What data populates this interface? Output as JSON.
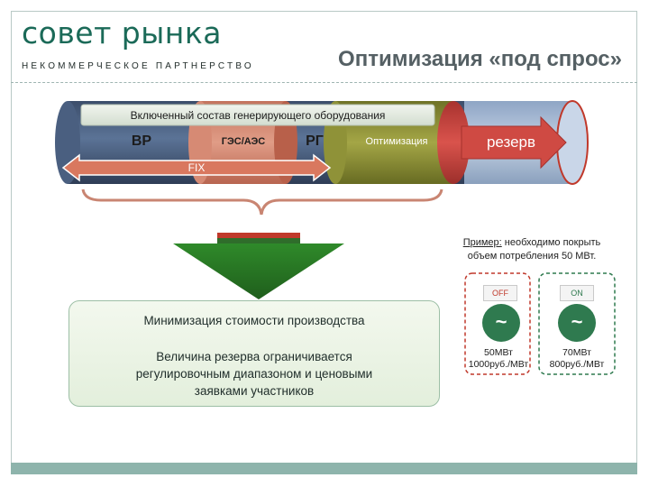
{
  "header": {
    "logo": "совет рынка",
    "logo_subtitle": "НЕКОММЕРЧЕСКОЕ ПАРТНЕРСТВО",
    "title": "Оптимизация «под спрос»"
  },
  "pipe": {
    "band_label": "Включенный состав генерирующего оборудования",
    "vr": "ВР",
    "ges_aes": "ГЭС/АЭС",
    "rg": "РГ",
    "optimization": "Оптимизация",
    "reserve": "резерв",
    "fix": "FIX"
  },
  "example": {
    "prefix": "Пример:",
    "line1_rest": " необходимо покрыть",
    "line2": "объем потребления 50 МВт.",
    "off_label": "OFF",
    "on_label": "ON",
    "generator_symbol": "~",
    "gen1": {
      "power": "50МВт",
      "price": "1000руб./МВт"
    },
    "gen2": {
      "power": "70МВт",
      "price": "800руб./МВт"
    }
  },
  "result_panel": {
    "title": "Минимизация стоимости производства",
    "line1": "Величина резерва ограничивается",
    "line2": "регулировочным диапазоном и ценовыми",
    "line3": "заявками участников"
  },
  "colors": {
    "brand_green": "#1b6a58",
    "title_gray": "#556064",
    "arrow_green": "#2f7a2a",
    "reserve_red": "#c8443f",
    "pipe_blue": "#6f8fb4",
    "optimization_olive": "#8a8d3a",
    "panel_fill": "#e8f1e1"
  }
}
